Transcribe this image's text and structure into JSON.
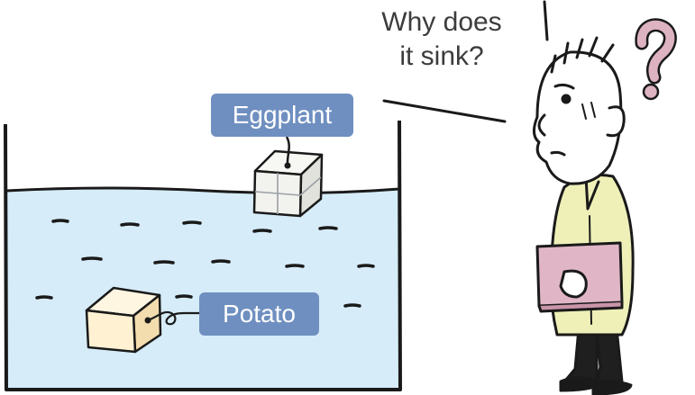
{
  "labels": {
    "eggplant": "Eggplant",
    "potato": "Potato"
  },
  "speech": {
    "line1": "Why does",
    "line2": "it sink?"
  },
  "colors": {
    "water": "#d6ecf8",
    "label_bg": "#6f8fc0",
    "label_text": "#ffffff",
    "outline": "#1a1a1a",
    "coat": "#eef0b8",
    "binder": "#e0b6c6",
    "question_mark": "#ddb3c1",
    "potato_front": "#fff1d2",
    "eggplant_cube": "#f2f2ee"
  },
  "icons": [
    "question-mark-icon"
  ]
}
